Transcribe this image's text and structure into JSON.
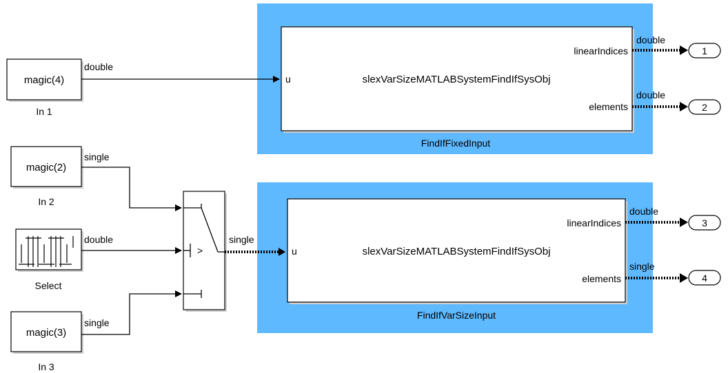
{
  "colors": {
    "subsystem_bg": "#5fb9ff",
    "block_fill": "#ffffff",
    "line": "#000000"
  },
  "inputs": {
    "in1": {
      "content": "magic(4)",
      "label": "In 1",
      "out_type": "double"
    },
    "in2": {
      "content": "magic(2)",
      "label": "In 2",
      "out_type": "single"
    },
    "select": {
      "label": "Select",
      "out_type": "double",
      "icon": "manual-switch-pattern-icon"
    },
    "in3": {
      "content": "magic(3)",
      "label": "In 3",
      "out_type": "single"
    }
  },
  "switch": {
    "label": ">",
    "out_type": "single"
  },
  "subsystems": {
    "fixed": {
      "name": "FindIfFixedInput",
      "block_name": "slexVarSizeMATLABSystemFindIfSysObj",
      "in_port": "u",
      "out_ports": [
        "linearIndices",
        "elements"
      ],
      "out_types": [
        "double",
        "double"
      ]
    },
    "varsize": {
      "name": "FindIfVarSizeInput",
      "block_name": "slexVarSizeMATLABSystemFindIfSysObj",
      "in_port": "u",
      "out_ports": [
        "linearIndices",
        "elements"
      ],
      "out_types": [
        "double",
        "single"
      ]
    }
  },
  "outports": [
    "1",
    "2",
    "3",
    "4"
  ]
}
